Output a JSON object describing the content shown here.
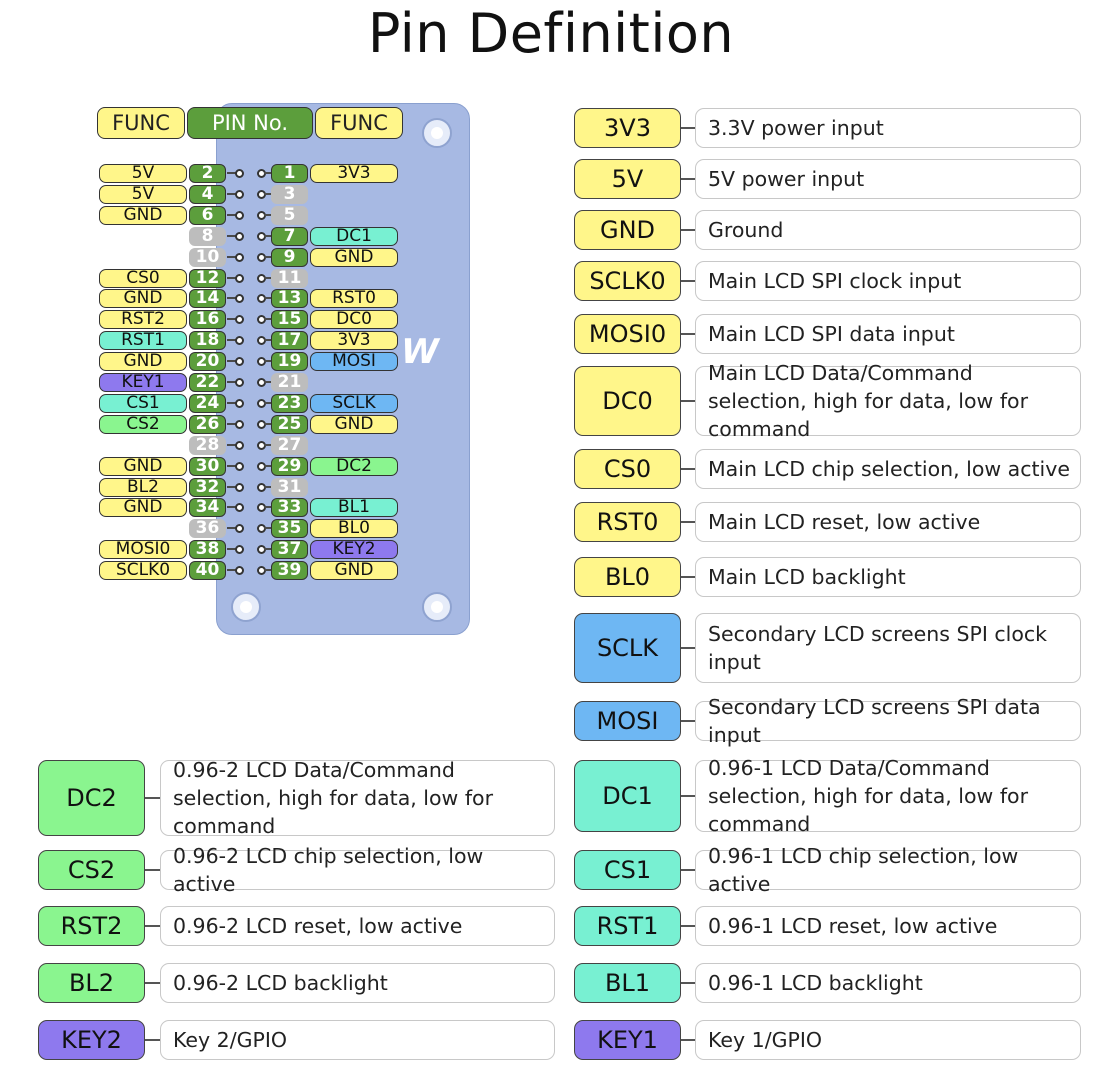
{
  "title": "Pin Definition",
  "colors": {
    "yellow": "#fff68a",
    "green_pin": "#5c9e3c",
    "gray_pin": "#bdbdbd",
    "teal": "#78f0d2",
    "blue": "#6eb7f3",
    "purple": "#8e79ee",
    "green": "#8af58f"
  },
  "header": {
    "left": "FUNC",
    "center": "PIN No.",
    "right": "FUNC"
  },
  "board": {
    "logo": "W"
  },
  "pins": [
    {
      "row": 0,
      "left_num": "2",
      "left_func": "5V",
      "left_color": "yellow",
      "right_num": "1",
      "right_func": "3V3",
      "right_color": "yellow"
    },
    {
      "row": 1,
      "left_num": "4",
      "left_func": "5V",
      "left_color": "yellow",
      "right_num": "3",
      "right_func": "",
      "right_color": ""
    },
    {
      "row": 2,
      "left_num": "6",
      "left_func": "GND",
      "left_color": "yellow",
      "right_num": "5",
      "right_func": "",
      "right_color": ""
    },
    {
      "row": 3,
      "left_num": "8",
      "left_func": "",
      "left_color": "",
      "right_num": "7",
      "right_func": "DC1",
      "right_color": "teal"
    },
    {
      "row": 4,
      "left_num": "10",
      "left_func": "",
      "left_color": "",
      "right_num": "9",
      "right_func": "GND",
      "right_color": "yellow"
    },
    {
      "row": 5,
      "left_num": "12",
      "left_func": "CS0",
      "left_color": "yellow",
      "right_num": "11",
      "right_func": "",
      "right_color": ""
    },
    {
      "row": 6,
      "left_num": "14",
      "left_func": "GND",
      "left_color": "yellow",
      "right_num": "13",
      "right_func": "RST0",
      "right_color": "yellow"
    },
    {
      "row": 7,
      "left_num": "16",
      "left_func": "RST2",
      "left_color": "yellow",
      "right_num": "15",
      "right_func": "DC0",
      "right_color": "yellow"
    },
    {
      "row": 8,
      "left_num": "18",
      "left_func": "RST1",
      "left_color": "teal",
      "right_num": "17",
      "right_func": "3V3",
      "right_color": "yellow"
    },
    {
      "row": 9,
      "left_num": "20",
      "left_func": "GND",
      "left_color": "yellow",
      "right_num": "19",
      "right_func": "MOSI",
      "right_color": "blue"
    },
    {
      "row": 10,
      "left_num": "22",
      "left_func": "KEY1",
      "left_color": "purple",
      "right_num": "21",
      "right_func": "",
      "right_color": ""
    },
    {
      "row": 11,
      "left_num": "24",
      "left_func": "CS1",
      "left_color": "teal",
      "right_num": "23",
      "right_func": "SCLK",
      "right_color": "blue"
    },
    {
      "row": 12,
      "left_num": "26",
      "left_func": "CS2",
      "left_color": "green",
      "right_num": "25",
      "right_func": "GND",
      "right_color": "yellow"
    },
    {
      "row": 13,
      "left_num": "28",
      "left_func": "",
      "left_color": "",
      "right_num": "27",
      "right_func": "",
      "right_color": ""
    },
    {
      "row": 14,
      "left_num": "30",
      "left_func": "GND",
      "left_color": "yellow",
      "right_num": "29",
      "right_func": "DC2",
      "right_color": "green"
    },
    {
      "row": 15,
      "left_num": "32",
      "left_func": "BL2",
      "left_color": "yellow",
      "right_num": "31",
      "right_func": "",
      "right_color": ""
    },
    {
      "row": 16,
      "left_num": "34",
      "left_func": "GND",
      "left_color": "yellow",
      "right_num": "33",
      "right_func": "BL1",
      "right_color": "teal"
    },
    {
      "row": 17,
      "left_num": "36",
      "left_func": "",
      "left_color": "",
      "right_num": "35",
      "right_func": "BL0",
      "right_color": "yellow"
    },
    {
      "row": 18,
      "left_num": "38",
      "left_func": "MOSI0",
      "left_color": "yellow",
      "right_num": "37",
      "right_func": "KEY2",
      "right_color": "purple"
    },
    {
      "row": 19,
      "left_num": "40",
      "left_func": "SCLK0",
      "left_color": "yellow",
      "right_num": "39",
      "right_func": "GND",
      "right_color": "yellow"
    }
  ],
  "right_legend": [
    {
      "label": "3V3",
      "color": "yellow",
      "desc": "3.3V power input"
    },
    {
      "label": "5V",
      "color": "yellow",
      "desc": "5V power input"
    },
    {
      "label": "GND",
      "color": "yellow",
      "desc": "Ground"
    },
    {
      "label": "SCLK0",
      "color": "yellow",
      "desc": "Main LCD SPI clock input"
    },
    {
      "label": "MOSI0",
      "color": "yellow",
      "desc": "Main LCD SPI data input"
    },
    {
      "label": "DC0",
      "color": "yellow",
      "desc": "Main LCD Data/Command selection, high for data, low for command"
    },
    {
      "label": "CS0",
      "color": "yellow",
      "desc": "Main LCD chip selection, low active"
    },
    {
      "label": "RST0",
      "color": "yellow",
      "desc": "Main LCD reset, low active"
    },
    {
      "label": "BL0",
      "color": "yellow",
      "desc": "Main LCD backlight"
    },
    {
      "label": "SCLK",
      "color": "blue",
      "desc": "Secondary LCD screens SPI clock input"
    },
    {
      "label": "MOSI",
      "color": "blue",
      "desc": "Secondary LCD screens SPI data input"
    },
    {
      "label": "DC1",
      "color": "teal",
      "desc": "0.96-1 LCD Data/Command selection, high for data, low for command"
    },
    {
      "label": "CS1",
      "color": "teal",
      "desc": "0.96-1 LCD chip selection, low active"
    },
    {
      "label": "RST1",
      "color": "teal",
      "desc": "0.96-1 LCD reset, low active"
    },
    {
      "label": "BL1",
      "color": "teal",
      "desc": "0.96-1 LCD backlight"
    },
    {
      "label": "KEY1",
      "color": "purple",
      "desc": "Key 1/GPIO"
    }
  ],
  "left_legend": [
    {
      "label": "DC2",
      "color": "green",
      "desc": "0.96-2 LCD Data/Command selection, high for data, low for command"
    },
    {
      "label": "CS2",
      "color": "green",
      "desc": "0.96-2 LCD chip selection, low active"
    },
    {
      "label": "RST2",
      "color": "green",
      "desc": "0.96-2 LCD reset, low active"
    },
    {
      "label": "BL2",
      "color": "green",
      "desc": "0.96-2 LCD backlight"
    },
    {
      "label": "KEY2",
      "color": "purple",
      "desc": "Key 2/GPIO"
    }
  ]
}
